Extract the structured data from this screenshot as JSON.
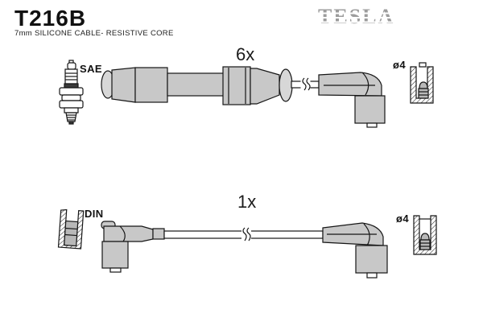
{
  "header": {
    "part_number": "T216B",
    "description": "7mm SILICONE CABLE- RESISTIVE CORE",
    "brand": "TESLA"
  },
  "top_set": {
    "quantity": "6x",
    "plug_standard": "SAE",
    "terminal_diameter": "ø4"
  },
  "bottom_set": {
    "quantity": "1x",
    "plug_standard": "DIN",
    "terminal_diameter": "ø4"
  },
  "colors": {
    "boot_gray": "#c8c8c8",
    "outline_black": "#161616",
    "logo_gray": "#9c9c9c",
    "terminal_gray": "#b8b8b8",
    "background": "#ffffff"
  }
}
